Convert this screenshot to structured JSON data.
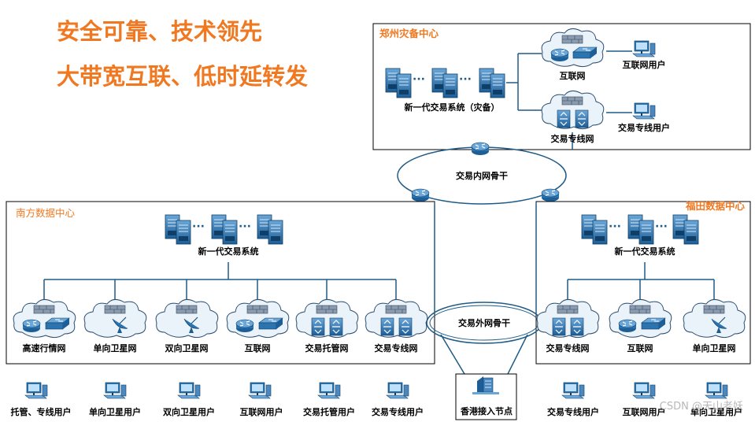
{
  "slogans": [
    "安全可靠、技术领先",
    "大带宽互联、低时延转发"
  ],
  "zhengzhou": {
    "title": "郑州灾备中心",
    "system_label": "新一代交易系统（灾备）",
    "networks": [
      "互联网",
      "交易专线网"
    ],
    "users": [
      "互联网用户",
      "交易专线用户"
    ]
  },
  "inner_backbone": "交易内网骨干",
  "outer_backbone": "交易外网骨干",
  "south": {
    "title": "南方数据中心",
    "system_label": "新一代交易系统",
    "networks": [
      "高速行情网",
      "单向卫星网",
      "双向卫星网",
      "互联网",
      "交易托管网",
      "交易专线网"
    ],
    "users": [
      "托管、专线用户",
      "单向卫星用户",
      "双向卫星用户",
      "互联网用户",
      "交易托管用户",
      "交易专线用户"
    ]
  },
  "futian": {
    "title": "福田数据中心",
    "system_label": "新一代交易系统",
    "networks": [
      "交易专线网",
      "互联网",
      "单向卫星网"
    ],
    "users": [
      "交易专线用户",
      "互联网用户",
      "单向卫星用户"
    ]
  },
  "hk_node": "香港接入节点",
  "watermark": "CSDN @天山老妖",
  "icons": {
    "server": "server-icon",
    "cloud": "cloud-icon",
    "router": "router-icon",
    "switch": "switch-icon",
    "firewall": "firewall-icon",
    "satellite": "satellite-dish-icon",
    "user": "computer-user-icon",
    "building": "building-icon"
  },
  "colors": {
    "accent": "#f07820",
    "line": "#1f5b87",
    "device": "#2b74b0",
    "cloud_fill": "#eaf2fa"
  }
}
